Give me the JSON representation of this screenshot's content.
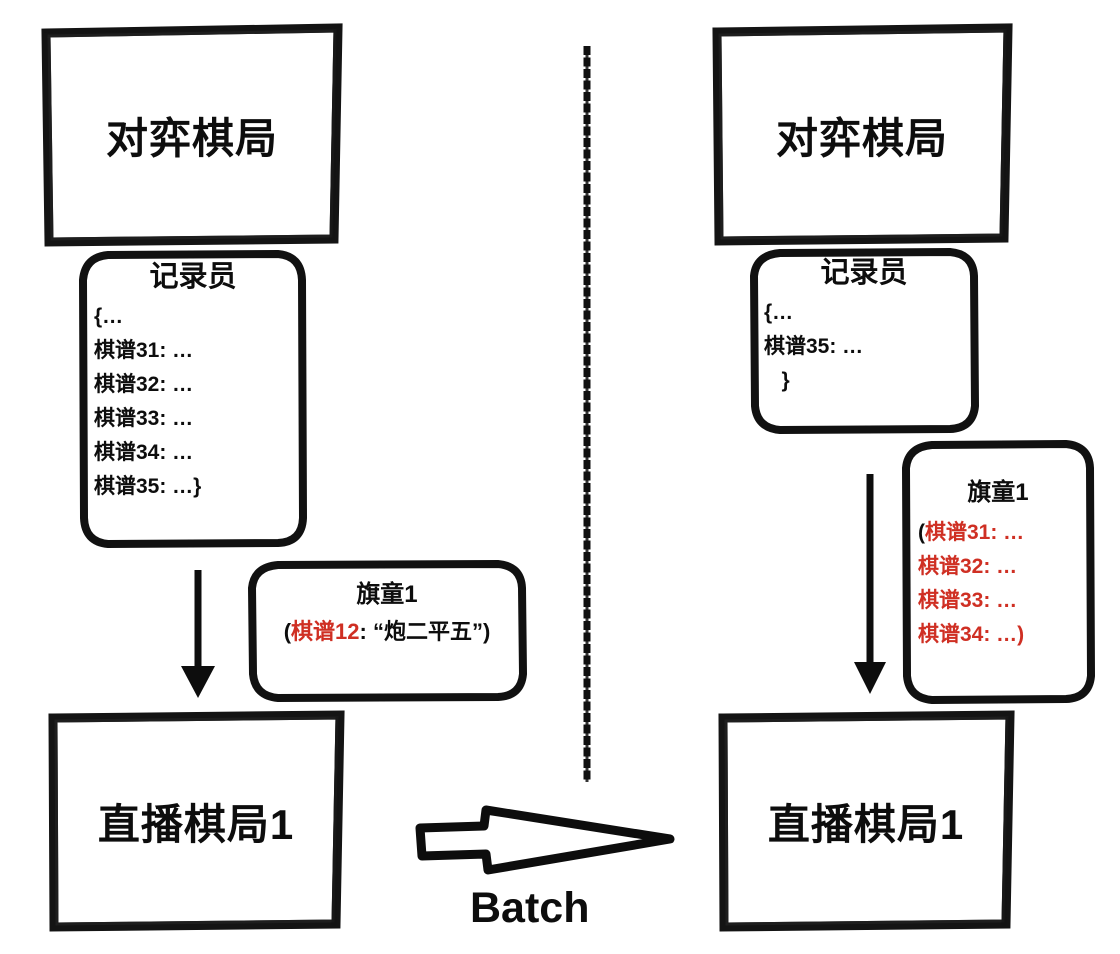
{
  "diagram": {
    "title": "Batch broadcast sequence diagram",
    "batch_label": "Batch",
    "accent_red": "#cf2f23",
    "ink_black": "#0d0d0d"
  },
  "left_panel": {
    "top_box": {
      "label": "对弈棋局"
    },
    "recorder": {
      "title": "记录员",
      "lines": [
        "{…",
        "棋谱31: …",
        "棋谱32: …",
        "棋谱33: …",
        "棋谱34: …",
        "棋谱35: …}"
      ]
    },
    "flag_bearer": {
      "title": "旗童1",
      "payload_open": "(",
      "payload_key": "棋谱12",
      "payload_value": ": “炮二平五”)"
    },
    "bottom_box": {
      "label": "直播棋局1"
    }
  },
  "right_panel": {
    "top_box": {
      "label": "对弈棋局"
    },
    "recorder": {
      "title": "记录员",
      "lines": [
        "{…",
        "棋谱35: …",
        "   }"
      ]
    },
    "flag_bearer": {
      "title": "旗童1",
      "lines": [
        {
          "open": "(",
          "key": "棋谱31",
          "rest": ": …"
        },
        {
          "open": "",
          "key": "棋谱32",
          "rest": ": …"
        },
        {
          "open": "",
          "key": "棋谱33",
          "rest": ": …"
        },
        {
          "open": "",
          "key": "棋谱34",
          "rest": ": …)"
        }
      ]
    },
    "bottom_box": {
      "label": "直播棋局1"
    }
  }
}
